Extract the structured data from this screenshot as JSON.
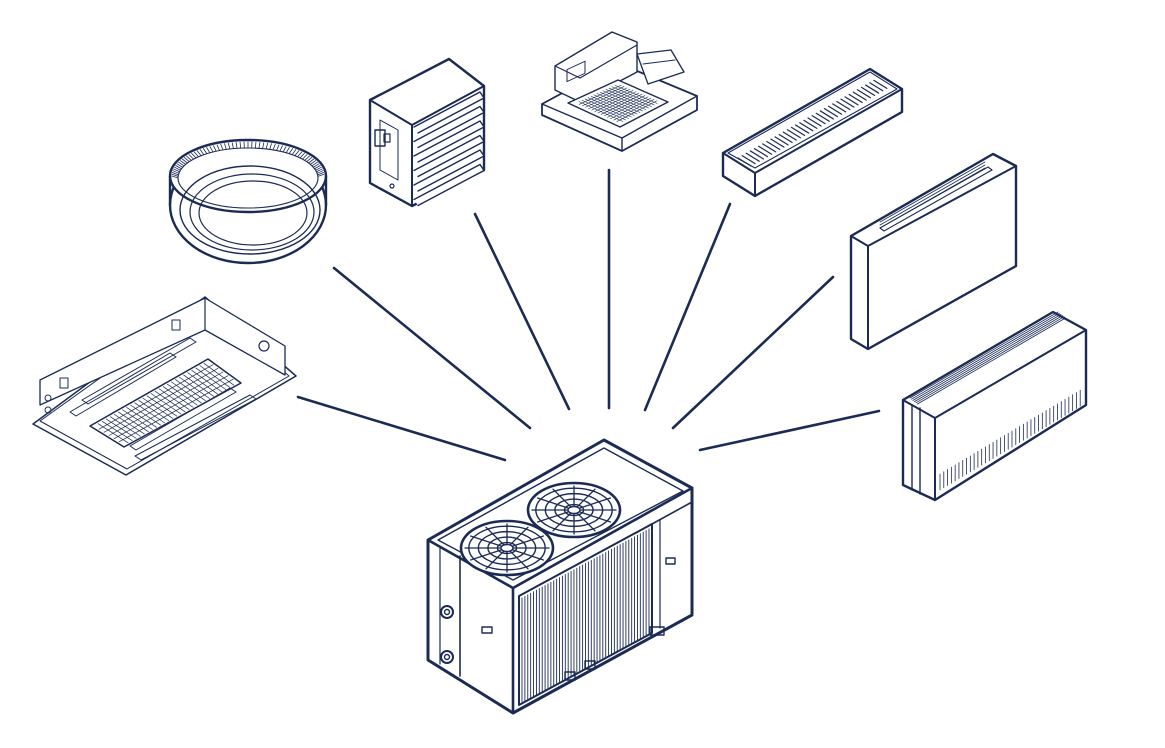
{
  "diagram": {
    "center_unit": "outdoor-chiller-unit",
    "peripheral_units": [
      "ceiling-round-diffuser",
      "wall-unit-heater",
      "ceiling-cassette",
      "linear-duct-grille",
      "wall-mounted-fan-coil",
      "floor-standing-fan-coil",
      "concealed-ceiling-cassette"
    ]
  },
  "colors": {
    "line": "#1b2b54",
    "background": "#ffffff"
  }
}
